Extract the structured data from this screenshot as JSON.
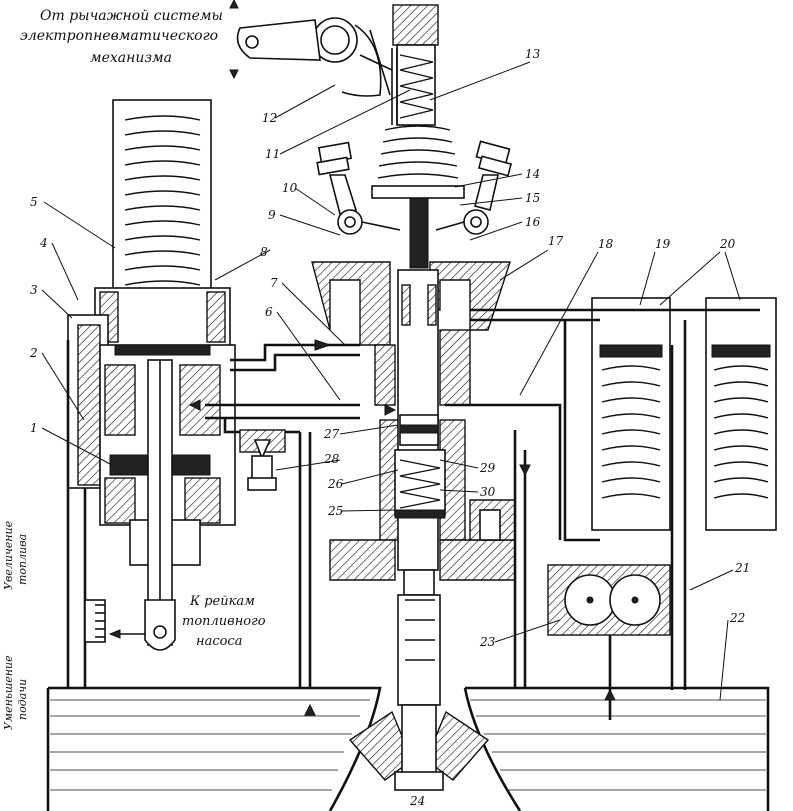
{
  "texts": {
    "top_caption": "От рычажной системы электропневматического механизма",
    "top_caption_line1": "От рычажной системы",
    "top_caption_line2": "электропневматического",
    "top_caption_line3": "механизма",
    "rack_caption_line1": "К рейкам",
    "rack_caption_line2": "топливного",
    "rack_caption_line3": "насоса",
    "increase_line1": "Увеличение",
    "increase_line2": "топлива",
    "decrease_line1": "Уменьшение",
    "decrease_line2": "подачи"
  },
  "numbers": [
    "1",
    "2",
    "3",
    "4",
    "5",
    "6",
    "7",
    "8",
    "9",
    "10",
    "11",
    "12",
    "13",
    "14",
    "15",
    "16",
    "17",
    "18",
    "19",
    "20",
    "21",
    "22",
    "23",
    "24",
    "25",
    "26",
    "27",
    "28",
    "29",
    "30"
  ],
  "colors": {
    "ink": "#111111",
    "paper": "#ffffff"
  }
}
